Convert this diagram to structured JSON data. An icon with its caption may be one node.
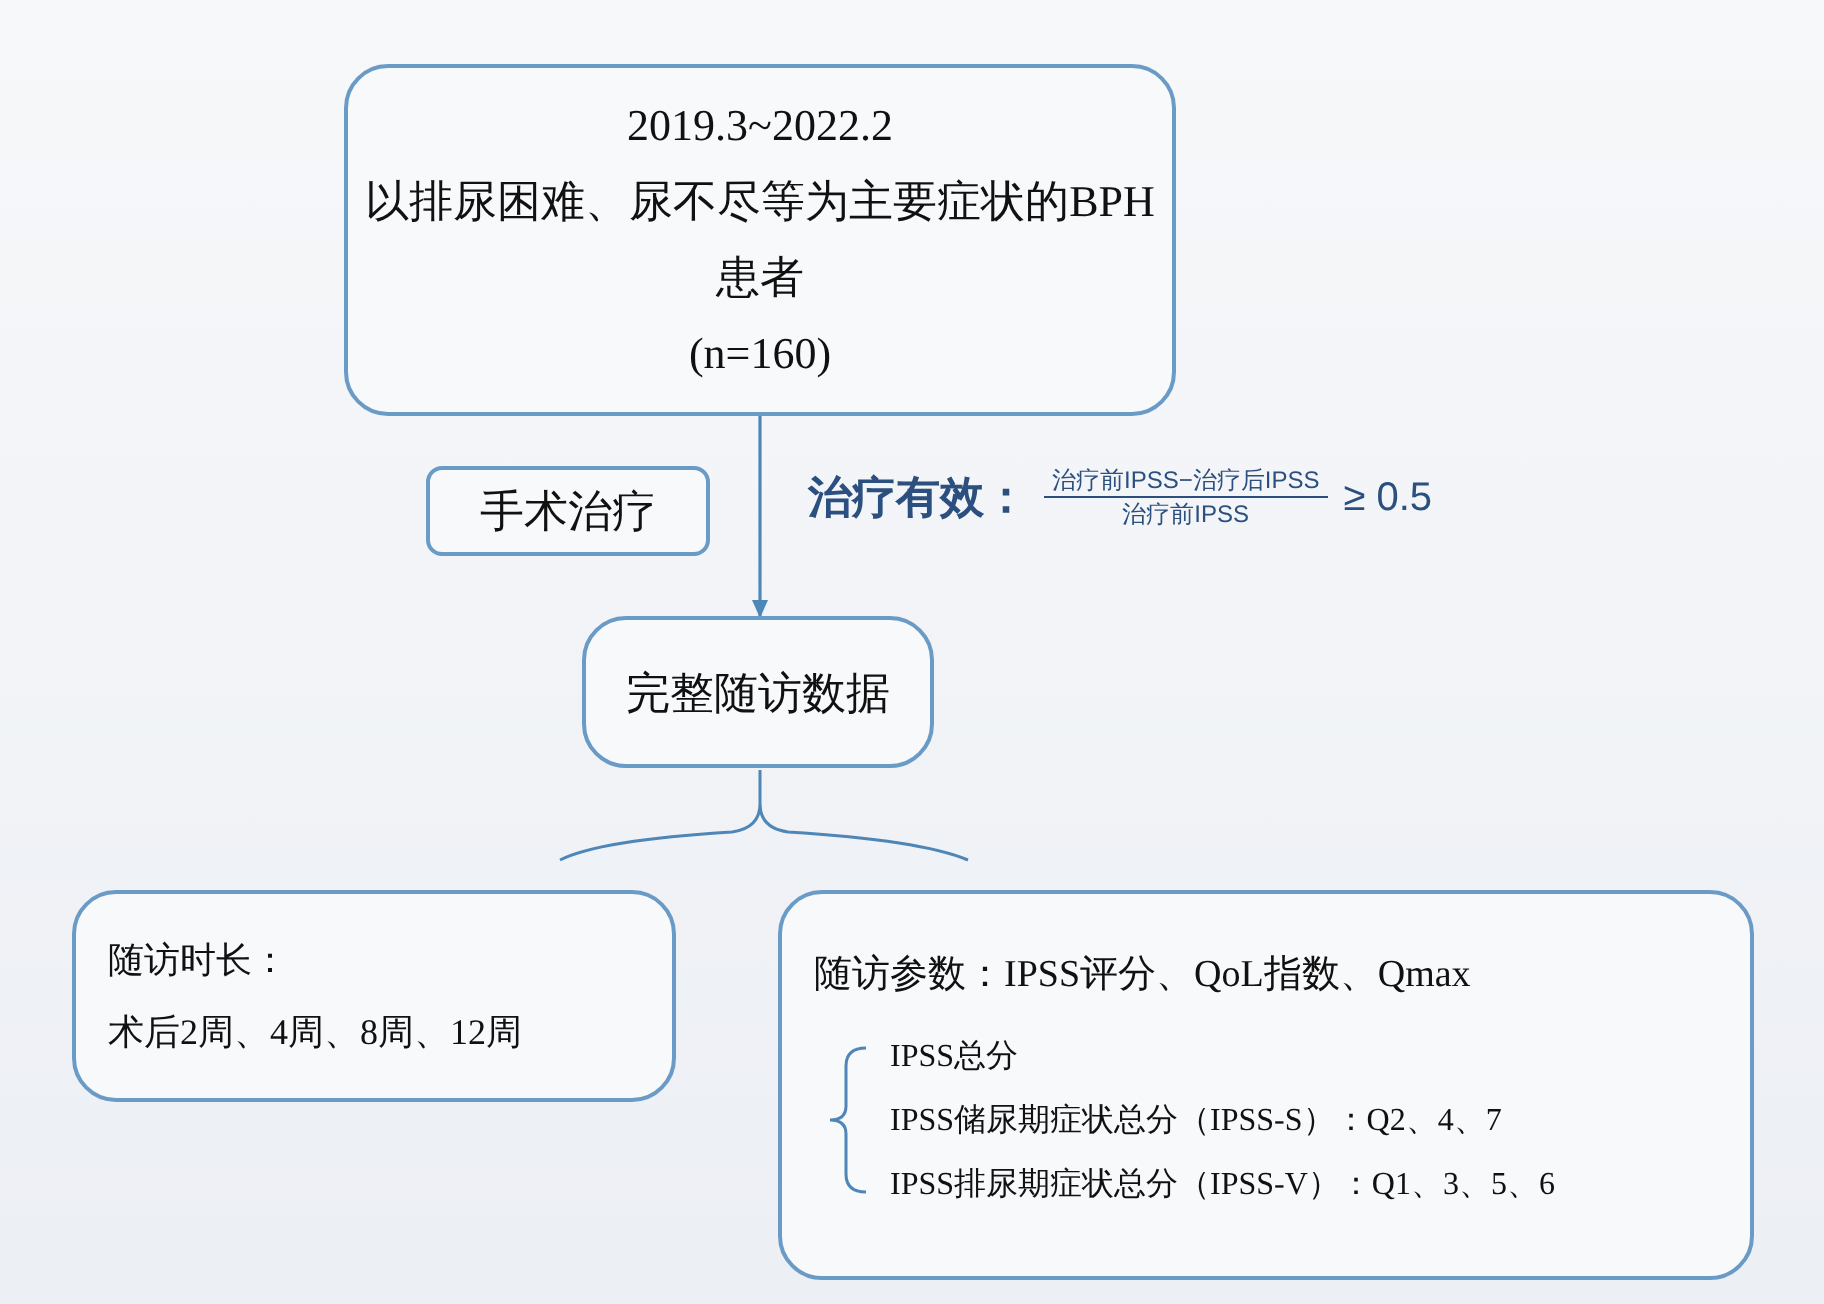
{
  "diagram": {
    "nodes": [
      {
        "text": [
          "2019.3~2022.2",
          "以排尿困难、尿不尽等为主要症状的BPH患者",
          "(n=160)"
        ]
      },
      {
        "text": [
          "手术治疗"
        ]
      },
      {
        "text": [
          "完整随访数据"
        ]
      },
      {
        "text": [
          "随访时长：",
          "术后2周、4周、8周、12周"
        ]
      },
      {
        "text": [
          "随访参数：IPSS评分、QoL指数、Qmax",
          "IPSS总分",
          "IPSS储尿期症状总分（IPSS-S）：Q2、4、7",
          "IPSS排尿期症状总分（IPSS-V）：Q1、3、5、6"
        ]
      }
    ],
    "edges": [
      {
        "from": 0,
        "to": 2,
        "arrow": "to"
      }
    ],
    "labels": [
      "治疗有效：",
      "治疗前IPSS−治疗后IPSS",
      "治疗前IPSS",
      "≥ 0.5"
    ]
  }
}
